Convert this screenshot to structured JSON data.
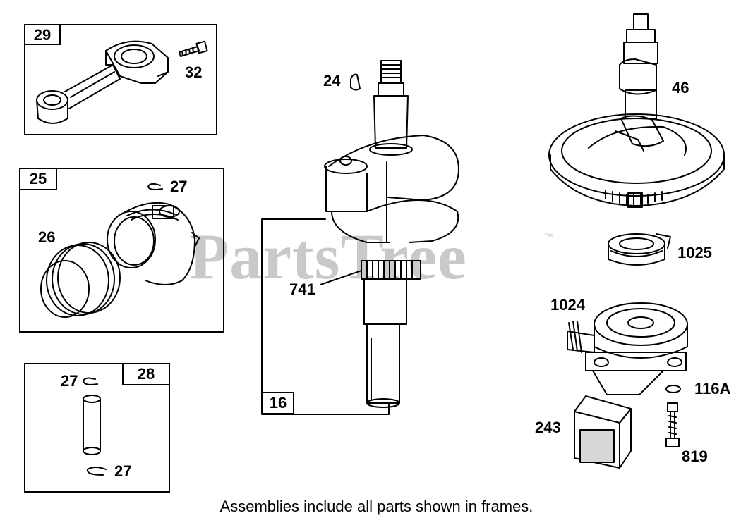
{
  "watermark": {
    "text": "PartsTree",
    "trademark": "™"
  },
  "frames": {
    "rod": {
      "tag": "29",
      "label_bolt": "32"
    },
    "piston": {
      "tag": "25",
      "label_clip": "27",
      "label_rings": "26"
    },
    "pin": {
      "tag": "28",
      "label_clip_top": "27",
      "label_clip_bottom": "27"
    },
    "crank": {
      "tag": "16",
      "label_gear": "741"
    }
  },
  "labels": {
    "key": "24",
    "camshaft": "46",
    "bushing": "1025",
    "governor": "1024",
    "washer": "116A",
    "filter": "243",
    "screw": "819"
  },
  "caption": "Assemblies include all parts shown in frames."
}
